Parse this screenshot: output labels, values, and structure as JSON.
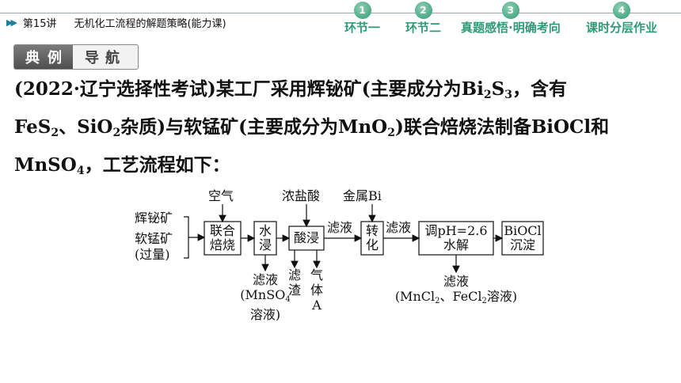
{
  "header": {
    "lesson_prefix": "第15讲",
    "lesson_title": "无机化工流程的解题策略(能力课)",
    "nav": [
      {
        "num": "1",
        "label": "环节一"
      },
      {
        "num": "2",
        "label": "环节二"
      },
      {
        "num": "3",
        "label": "真题感悟·明确考向"
      },
      {
        "num": "4",
        "label": "课时分层作业"
      }
    ]
  },
  "tag": {
    "dark": "典例",
    "light": "导航"
  },
  "question": {
    "line1_a": "(2022·辽宁选择性考试)某工厂采用辉铋矿(主要成分为Bi",
    "line1_s1": "2",
    "line1_b": "S",
    "line1_s2": "3",
    "line1_c": "，含有",
    "line2_a": "FeS",
    "line2_s1": "2",
    "line2_b": "、SiO",
    "line2_s2": "2",
    "line2_c": "杂质)与软锰矿(主要成分为MnO",
    "line2_s3": "2",
    "line2_d": ")联合焙烧法制备BiOCl和",
    "line3_a": "MnSO",
    "line3_s1": "4",
    "line3_b": "，工艺流程如下："
  },
  "flow": {
    "raw1": "辉铋矿",
    "raw2": "软锰矿",
    "raw3": "(过量)",
    "air": "空气",
    "acid": "浓盐酸",
    "metal": "金属Bi",
    "box1_a": "联合",
    "box1_b": "焙烧",
    "box2_a": "水",
    "box2_b": "浸",
    "box3": "酸浸",
    "box4_a": "转",
    "box4_b": "化",
    "box5_a": "调pH=2.6",
    "box5_b": "水解",
    "box6_a": "BiOCl",
    "box6_b": "沉淀",
    "arrow_filtrate1": "滤液",
    "arrow_filtrate2": "滤液",
    "out1_a": "滤液",
    "out1_b": "(MnSO",
    "out1_sub": "4",
    "out1_c": "溶液)",
    "residue_a": "滤",
    "residue_b": "渣",
    "gas_a": "气",
    "gas_b": "体",
    "gas_c": "A",
    "out2_a": "滤液",
    "out2_b": "(MnCl",
    "out2_sub1": "2",
    "out2_c": "、FeCl",
    "out2_sub2": "2",
    "out2_d": "溶液)"
  }
}
